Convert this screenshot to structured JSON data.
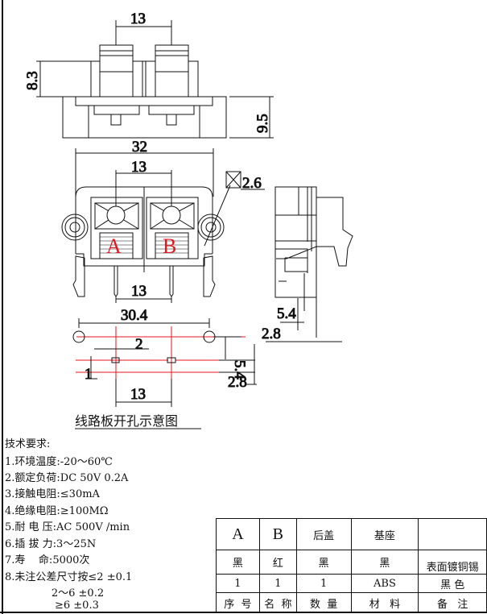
{
  "drawing": {
    "top_view": {
      "pitch": "13",
      "height_upper": "8.3",
      "height_lower": "9.5"
    },
    "front_view": {
      "width": "32",
      "pitch_top": "13",
      "pitch_bottom": "13",
      "hole_size": "2.6",
      "label_a": "A",
      "label_b": "B"
    },
    "side_view": {
      "dim_a": "5.4",
      "dim_b": "2.8"
    },
    "pcb_layout": {
      "title": "线路板开孔示意图",
      "mount_span": "30.4",
      "pad_width": "2",
      "pad_height": "1",
      "pin_pitch": "13",
      "offset_y": "5.4",
      "row_gap": "2.8"
    }
  },
  "requirements": {
    "title": "技术要求:",
    "items": [
      "1.环境温度:-20～60℃",
      "2.额定负荷:DC 50V 0.2A",
      "3.接触电阻:≤30mA",
      "4.绝缘电阻:≥100MΩ",
      "5.耐 电 压:AC 500V /min",
      "6.插 拔 力:3～25N",
      "7.寿    命:5000次",
      "8.未注公差尺寸按≤2 ±0.1",
      "              2～6 ±0.2",
      "               ≥6 ±0.3"
    ]
  },
  "bom": {
    "rows": [
      [
        "A",
        "B",
        "后盖",
        "基座",
        ""
      ],
      [
        "黑",
        "红",
        "黑",
        "黑",
        "表面镀铜锡"
      ],
      [
        "1",
        "1",
        "1",
        "ABS",
        "黑 色"
      ],
      [
        "序  号",
        "名  称",
        "数  量",
        "材   料",
        "备   注"
      ]
    ]
  },
  "colors": {
    "line": "#111111",
    "red": "#e8141e"
  }
}
